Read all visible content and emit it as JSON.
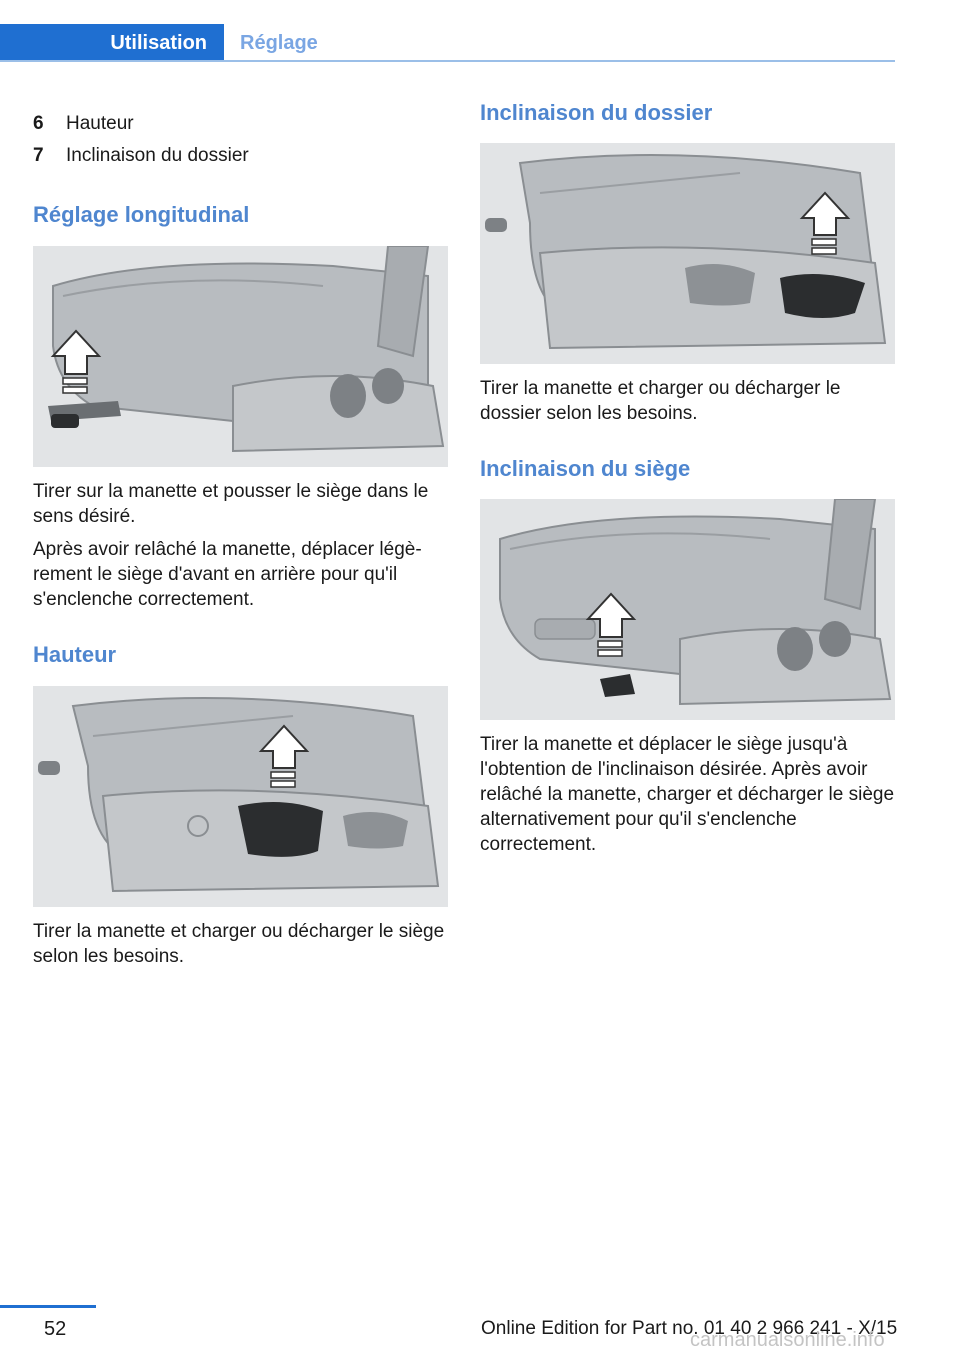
{
  "header": {
    "active_tab": "Utilisation",
    "inactive_tab": "Réglage"
  },
  "list": [
    {
      "num": "6",
      "text": "Hauteur"
    },
    {
      "num": "7",
      "text": "Inclinaison du dossier"
    }
  ],
  "sections": {
    "longitudinal": {
      "title": "Réglage longitudinal",
      "paragraphs": [
        "Tirer sur la manette et pousser le siège dans le sens désiré.",
        "Après avoir relâché la manette, déplacer légè­rement le siège d'avant en arrière pour qu'il s'enclenche correctement."
      ]
    },
    "hauteur": {
      "title": "Hauteur",
      "paragraphs": [
        "Tirer la manette et charger ou décharger le siège selon les besoins."
      ]
    },
    "dossier": {
      "title": "Inclinaison du dossier",
      "paragraphs": [
        "Tirer la manette et charger ou décharger le dossier selon les besoins."
      ]
    },
    "siege": {
      "title": "Inclinaison du siège",
      "paragraphs": [
        "Tirer la manette et déplacer le siège jusqu'à l'obtention de l'inclinaison désirée. Après avoir relâché la manette, charger et décharger le siège alternativement pour qu'il s'enclenche correctement."
      ]
    }
  },
  "footer": {
    "page_number": "52",
    "edition": "Online Edition for Part no. 01 40 2 966 241 - X/15",
    "watermark": "carmanualsonline.info"
  },
  "colors": {
    "accent": "#1f6fd1",
    "heading": "#4f86cf"
  }
}
